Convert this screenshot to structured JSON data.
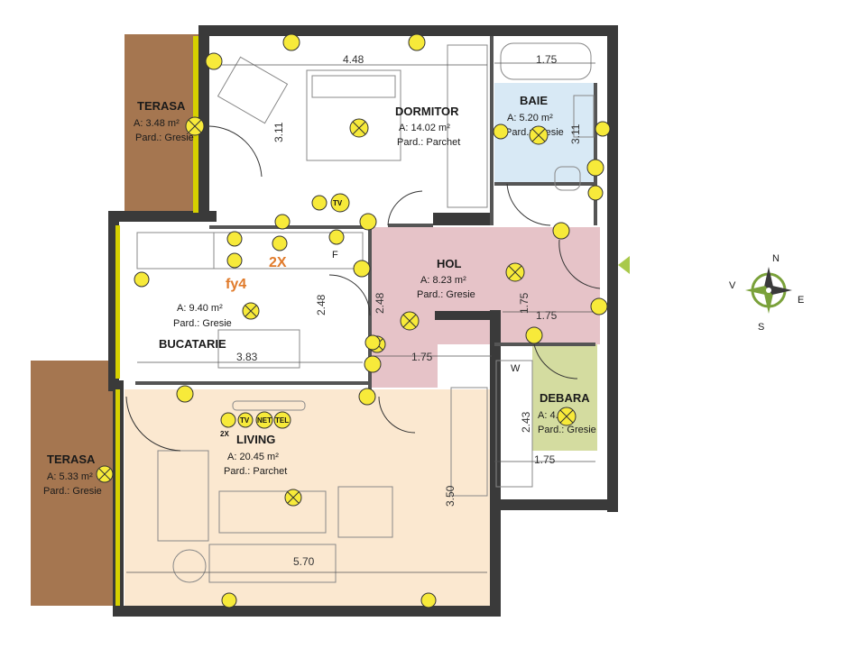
{
  "rooms": {
    "terasa_top": {
      "name": "TERASA",
      "area": "A: 3.48 m²",
      "floor": "Pard.: Gresie"
    },
    "dormitor": {
      "name": "DORMITOR",
      "area": "A: 14.02 m²",
      "floor": "Pard.: Parchet"
    },
    "baie": {
      "name": "BAIE",
      "area": "A: 5.20 m²",
      "floor": "Pard.: Gresie"
    },
    "hol": {
      "name": "HOL",
      "area": "A: 8.23 m²",
      "floor": "Pard.: Gresie"
    },
    "bucatarie": {
      "name": "BUCATARIE",
      "area": "A: 9.40 m²",
      "floor": "Pard.: Gresie"
    },
    "debara": {
      "name": "DEBARA",
      "area": "A: 4.   m²",
      "floor": "Pard.: Gresie"
    },
    "living": {
      "name": "LIVING",
      "area": "A: 20.45 m²",
      "floor": "Pard.: Parchet"
    },
    "terasa_bottom": {
      "name": "TERASA",
      "area": "A: 5.33 m²",
      "floor": "Pard.: Gresie"
    }
  },
  "dimensions": {
    "dormitor_width": "4.48",
    "dormitor_height": "3.11",
    "baie_width": "1.75",
    "baie_height": "3.11",
    "bucatarie_height": "2.48",
    "bucatarie_width": "3.83",
    "hol_height": "2.48",
    "hol_width_lower": "1.75",
    "hol_width_right": "1.75",
    "hol_vertical": "1.75",
    "debara_height": "2.43",
    "debara_width": "1.75",
    "living_height": "3.50",
    "living_width": "5.70"
  },
  "symbols": {
    "tv": "TV",
    "net": "NET",
    "tel": "TEL",
    "double_kitchen": "2X",
    "double_living": "2X",
    "kitchen_code": "fy4",
    "fridge": "F",
    "washer": "W"
  },
  "compass": {
    "n": "N",
    "s": "S",
    "e": "E",
    "v": "V"
  },
  "colors": {
    "wall": "#3a3a3a",
    "terrace": "#a57650",
    "bath": "#d8e9f5",
    "hall": "#e6c3c8",
    "storage": "#d4dca0",
    "living": "#fbe8d0",
    "fixture": "#f7ea3a"
  }
}
